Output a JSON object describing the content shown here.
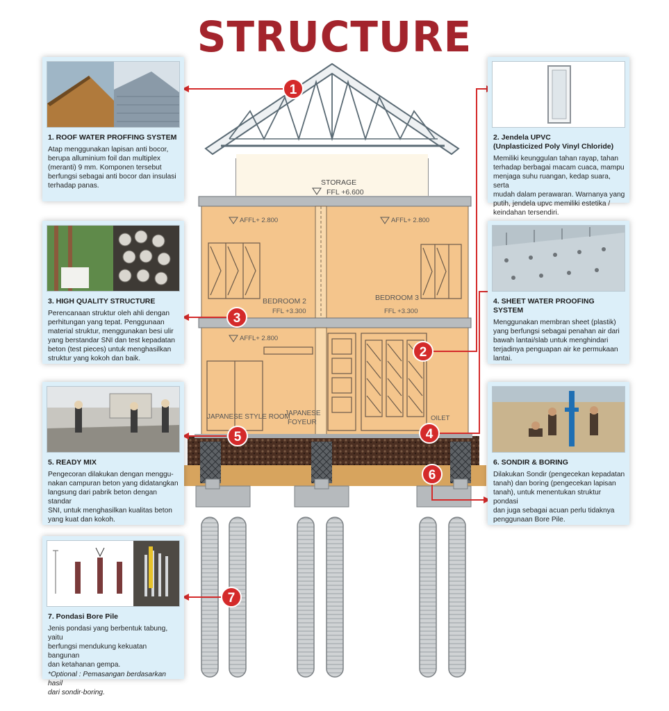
{
  "title": "STRUCTURE",
  "colors": {
    "title": "#a3242c",
    "marker": "#d42a2a",
    "card_bg": "#dceff9",
    "wall": "#f4c58c",
    "soil": "#d7a45e"
  },
  "drawing": {
    "storage": "STORAGE",
    "storage_ffl": "FFL +6.600",
    "affl_top_left": "AFFL+ 2.800",
    "affl_top_right": "AFFL+ 2.800",
    "affl_bottom": "AFFL+ 2.800",
    "bedroom2": "BEDROOM 2",
    "bedroom2_ffl": "FFL +3.300",
    "bedroom3": "BEDROOM 3",
    "bedroom3_ffl": "FFL +3.300",
    "japanese_room": "JAPANESE STYLE ROOM",
    "japanese_foyer_1": "JAPANESE",
    "japanese_foyer_2": "FOYEUR",
    "toilet": "OILET"
  },
  "markers": [
    "1",
    "2",
    "3",
    "4",
    "5",
    "6",
    "7"
  ],
  "cards": [
    {
      "title": "1. ROOF WATER PROFFING SYSTEM",
      "lines": [
        "Atap menggunakan lapisan anti bocor,",
        "berupa alluminium foil dan multiplex",
        "(meranti) 9 mm. Komponen tersebut",
        "berfungsi sebagai anti bocor dan insulasi",
        "terhadap panas."
      ]
    },
    {
      "title": "2. Jendela UPVC",
      "subtitle": "(Unplasticized Poly Vinyl Chloride)",
      "lines": [
        "Memiliki keunggulan tahan rayap, tahan",
        "terhadap berbagai macam cuaca, mampu",
        "menjaga suhu ruangan, kedap suara, serta",
        "mudah dalam perawaran. Warnanya yang",
        "putih, jendela upvc memiliki estetika /",
        "keindahan tersendiri."
      ]
    },
    {
      "title": "3. HIGH QUALITY STRUCTURE",
      "lines": [
        "Perencanaan struktur oleh ahli dengan",
        "perhitungan yang tepat. Penggunaan",
        "material struktur, menggunakan besi ulir",
        "yang berstandar SNI dan test kepadatan",
        "beton (test pieces) untuk menghasilkan",
        "struktur yang kokoh dan baik."
      ]
    },
    {
      "title": "4. SHEET WATER PROOFING SYSTEM",
      "lines": [
        "Menggunakan membran sheet (plastik)",
        "yang berfungsi sebagai penahan air dari",
        "bawah lantai/slab untuk menghindari",
        "terjadinya penguapan air ke permukaan",
        "lantai."
      ]
    },
    {
      "title": "5. READY MIX",
      "lines": [
        "Pengecoran dilakukan dengan menggu-",
        "nakan campuran beton yang didatangkan",
        "langsung dari pabrik beton dengan standar",
        "SNI, untuk menghasilkan kualitas beton",
        "yang kuat dan kokoh."
      ]
    },
    {
      "title": "6. SONDIR & BORING",
      "lines": [
        "Dilakukan Sondir (pengecekan kepadatan",
        "tanah) dan boring (pengecekan lapisan",
        "tanah), untuk menentukan struktur pondasi",
        "dan juga sebagai acuan perlu tidaknya",
        "penggunaan Bore Pile."
      ]
    },
    {
      "title": "7. Pondasi Bore Pile",
      "lines": [
        "Jenis pondasi yang berbentuk tabung, yaitu",
        "berfungsi mendukung kekuatan bangunan",
        "dan ketahanan gempa."
      ],
      "note": [
        "*Optional : Pemasangan berdasarkan hasil",
        "dari sondir-boring."
      ]
    }
  ],
  "icons": [
    "roof-photo-icon",
    "upvc-window-icon",
    "rebar-test-photo-icon",
    "sheet-membrane-photo-icon",
    "concrete-pour-photo-icon",
    "soil-drilling-photo-icon",
    "bore-pile-diagram-icon"
  ]
}
